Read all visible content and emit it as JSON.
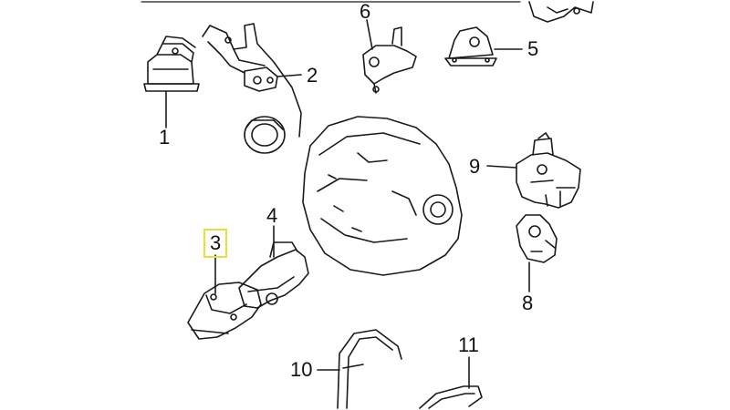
{
  "diagram": {
    "callouts": [
      {
        "id": "1",
        "label": "1"
      },
      {
        "id": "2",
        "label": "2"
      },
      {
        "id": "3",
        "label": "3",
        "highlighted": true
      },
      {
        "id": "4",
        "label": "4"
      },
      {
        "id": "5",
        "label": "5"
      },
      {
        "id": "6",
        "label": "6"
      },
      {
        "id": "8",
        "label": "8"
      },
      {
        "id": "9",
        "label": "9"
      },
      {
        "id": "10",
        "label": "10"
      },
      {
        "id": "11",
        "label": "11"
      }
    ],
    "colors": {
      "line": "#1a1a1a",
      "highlight": "#e8e03a",
      "background": "#ffffff"
    }
  }
}
